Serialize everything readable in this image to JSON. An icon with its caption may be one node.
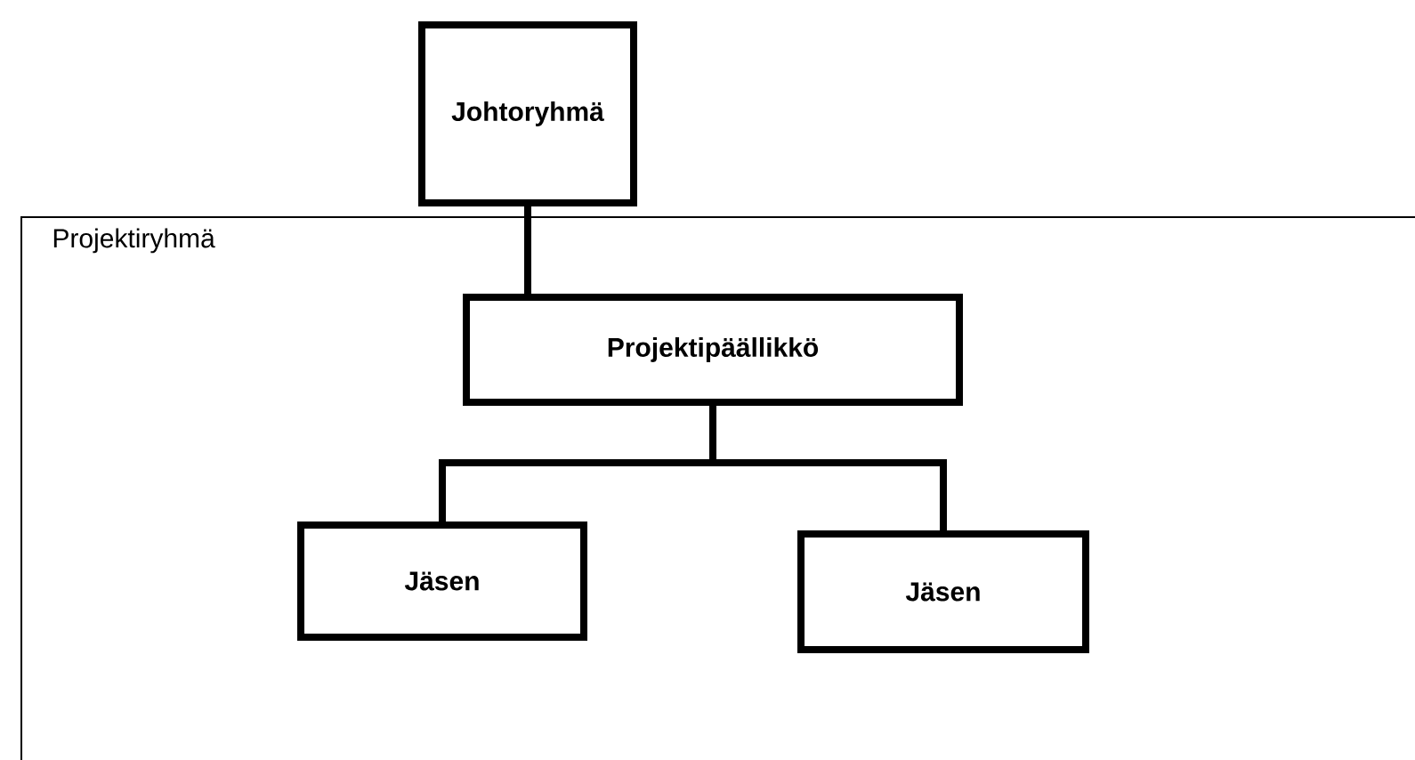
{
  "diagram": {
    "nodes": [
      {
        "text": [
          "Johtoryhmä"
        ]
      },
      {
        "text": [
          "Projektiryhmä"
        ]
      },
      {
        "text": [
          "Projektipäällikkö"
        ],
        "in": 1
      },
      {
        "text": [
          "Jäsen"
        ],
        "in": 1
      },
      {
        "text": [
          "Jäsen"
        ],
        "in": 1
      }
    ],
    "edges": [
      {
        "from": 0,
        "to": 2,
        "arrow": "none"
      },
      {
        "from": 2,
        "to": 3,
        "arrow": "none"
      },
      {
        "from": 2,
        "to": 4,
        "arrow": "none"
      }
    ]
  }
}
